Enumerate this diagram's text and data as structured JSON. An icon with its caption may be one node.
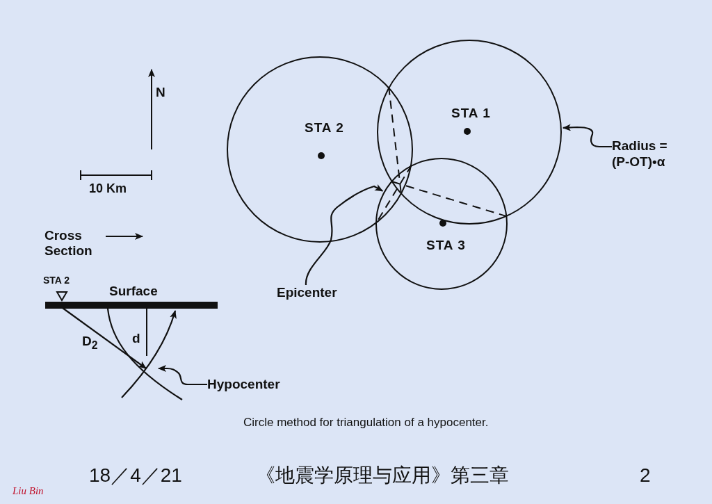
{
  "diagram": {
    "caption": "Circle method for triangulation of a hypocenter.",
    "nodes": [
      {
        "text": [
          "STA 2"
        ]
      },
      {
        "text": [
          "STA 1"
        ]
      },
      {
        "text": [
          "STA 3"
        ]
      },
      {
        "text": [
          "Radius = (P-OT)•α"
        ]
      },
      {
        "text": [
          "Epicenter"
        ]
      },
      {
        "text": [
          "Hypocenter"
        ]
      }
    ],
    "edges": [
      {
        "from": 3,
        "to": 1,
        "arrow": "to"
      },
      {
        "from": 4,
        "to": 2,
        "arrow": "to"
      },
      {
        "from": 5,
        "to": null,
        "arrow": "to"
      }
    ],
    "labels": [
      "N",
      "10 Km",
      "Cross Section",
      "STA 2",
      "Surface",
      "D$_{2}$",
      "d",
      "Liu Bin",
      "18／4／21",
      "《地震学原理与应用》第三章",
      "2"
    ]
  }
}
